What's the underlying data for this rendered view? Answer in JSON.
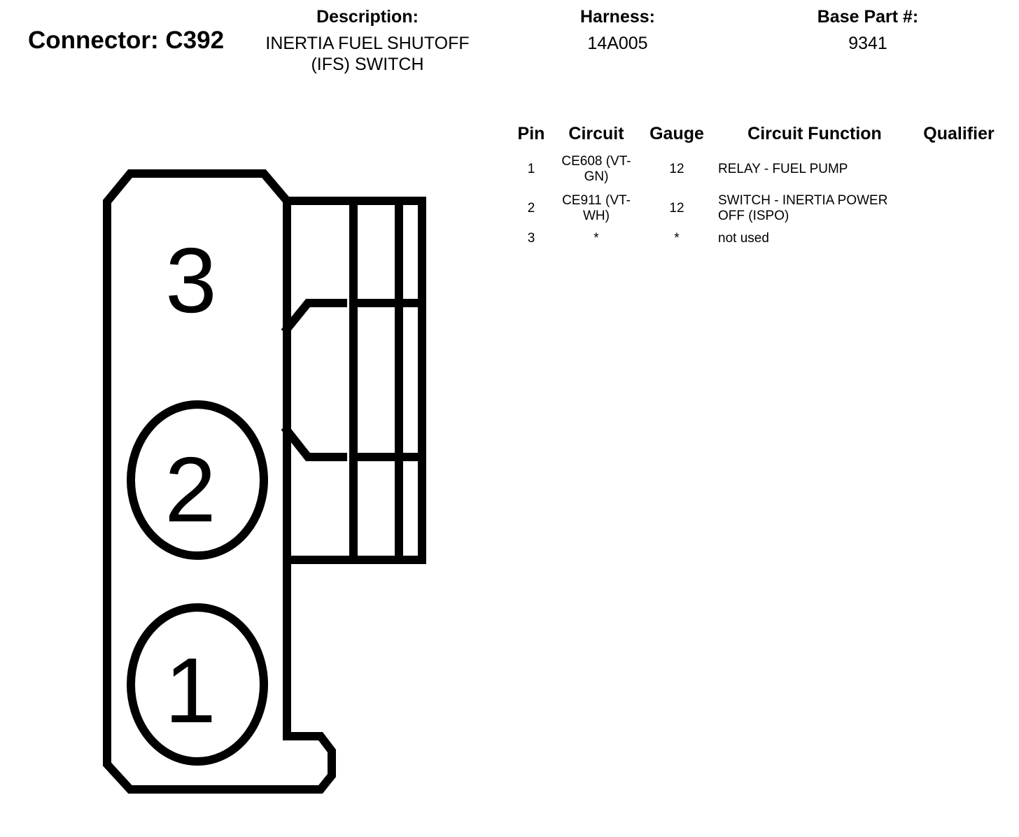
{
  "header": {
    "connector_title": "Connector: C392",
    "description_label": "Description:",
    "description_lines": [
      "INERTIA FUEL SHUTOFF",
      "(IFS) SWITCH"
    ],
    "harness_label": "Harness:",
    "harness_value": "14A005",
    "base_part_label": "Base Part #:",
    "base_part_value": "9341"
  },
  "table": {
    "headers": {
      "pin": "Pin",
      "circuit": "Circuit",
      "gauge": "Gauge",
      "function": "Circuit Function",
      "qualifier": "Qualifier"
    },
    "rows": [
      {
        "pin": "1",
        "circuit_lines": [
          "CE608 (VT-",
          "GN)"
        ],
        "gauge": "12",
        "function_lines": [
          "RELAY - FUEL PUMP"
        ],
        "qualifier": ""
      },
      {
        "pin": "2",
        "circuit_lines": [
          "CE911 (VT-",
          "WH)"
        ],
        "gauge": "12",
        "function_lines": [
          "SWITCH - INERTIA POWER",
          "OFF (ISPO)"
        ],
        "qualifier": ""
      },
      {
        "pin": "3",
        "circuit_lines": [
          "*"
        ],
        "gauge": "*",
        "function_lines": [
          "not used"
        ],
        "qualifier": ""
      }
    ]
  },
  "diagram": {
    "pin_labels": [
      "3",
      "2",
      "1"
    ],
    "stroke_color": "#000000"
  }
}
